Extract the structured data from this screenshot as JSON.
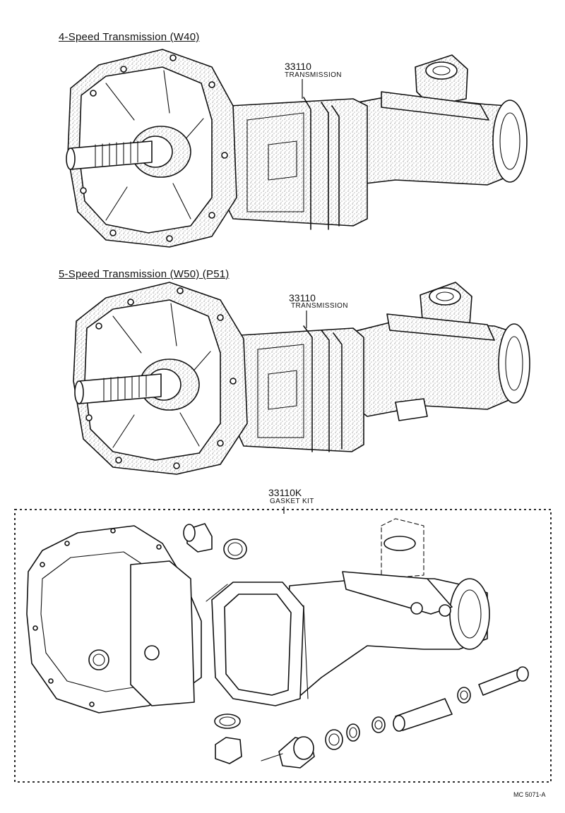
{
  "sections": [
    {
      "heading": "4-Speed Transmission (W40)",
      "part_number": "33110",
      "part_name": "TRANSMISSION"
    },
    {
      "heading": "5-Speed Transmission (W50) (P51)",
      "part_number": "33110",
      "part_name": "TRANSMISSION"
    },
    {
      "part_number": "33110K",
      "part_name": "GASKET KIT"
    }
  ],
  "figure_code": "MC 5071-A"
}
